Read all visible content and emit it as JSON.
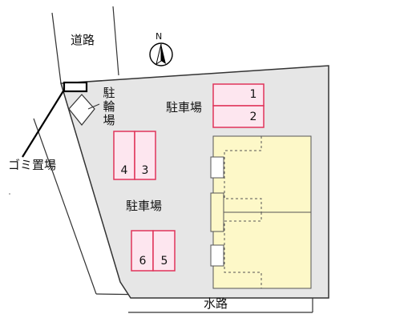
{
  "labels": {
    "road": "道路",
    "parking_upper": "駐車場",
    "parking_lower": "駐車場",
    "bike_parking": [
      "駐",
      "輪",
      "場"
    ],
    "garbage": "ゴミ置場",
    "waterway": "水路",
    "north": "N"
  },
  "parking_spaces": [
    "1",
    "2",
    "3",
    "4",
    "5",
    "6"
  ],
  "colors": {
    "lot_fill": "#e6e6e6",
    "building_fill": "#fdf8c8",
    "parking_fill": "#fde6ef",
    "parking_border": "#e0345a",
    "outline": "#333333"
  }
}
